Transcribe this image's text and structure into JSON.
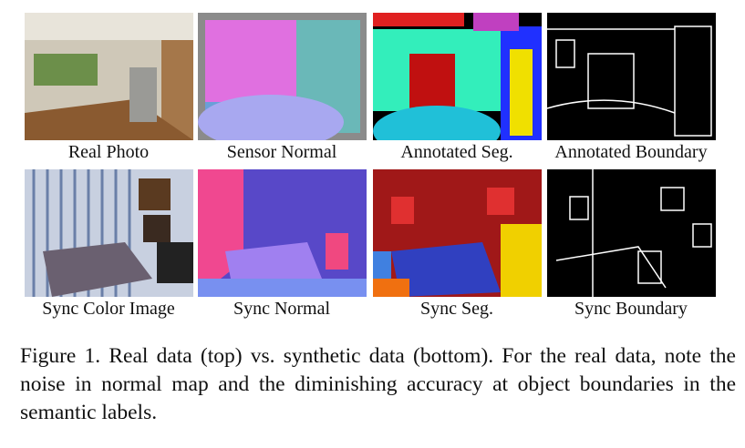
{
  "figure": {
    "panels": [
      {
        "label": "Real Photo"
      },
      {
        "label": "Sensor Normal"
      },
      {
        "label": "Annotated Seg."
      },
      {
        "label": "Annotated Boundary"
      },
      {
        "label": "Sync Color Image"
      },
      {
        "label": "Sync Normal"
      },
      {
        "label": "Sync Seg."
      },
      {
        "label": "Sync Boundary"
      }
    ],
    "caption": "Figure 1.  Real data (top) vs. synthetic data (bottom). For the real data, note the noise in normal map and the diminishing accuracy at object boundaries in the semantic labels."
  }
}
